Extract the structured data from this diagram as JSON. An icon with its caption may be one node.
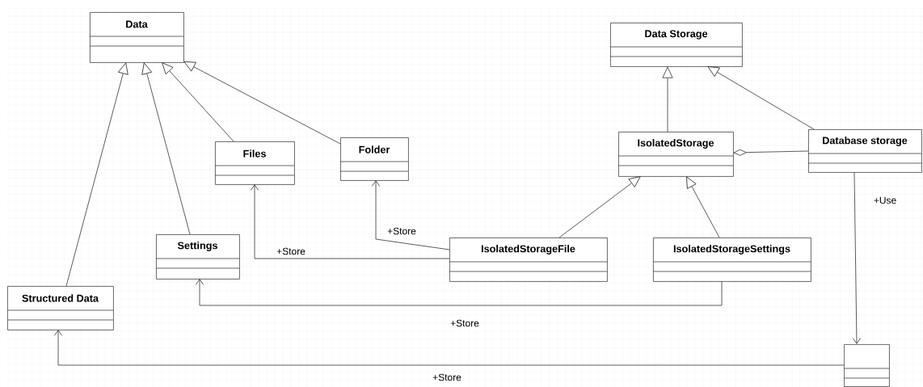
{
  "diagram": {
    "nodes": [
      {
        "text": [
          "Data"
        ]
      },
      {
        "text": [
          "Data Storage"
        ]
      },
      {
        "text": [
          "Files"
        ]
      },
      {
        "text": [
          "Folder"
        ]
      },
      {
        "text": [
          "IsolatedStorage"
        ]
      },
      {
        "text": [
          "Database storage"
        ]
      },
      {
        "text": [
          "Settings"
        ]
      },
      {
        "text": [
          "Structured Data"
        ]
      },
      {
        "text": [
          "IsolatedStorageFile"
        ]
      },
      {
        "text": [
          "IsolatedStorageSettings"
        ]
      },
      {
        "text": [],
        "shape": "box"
      }
    ],
    "edges": [
      {
        "from": 7,
        "to": 0,
        "arrow": "to"
      },
      {
        "from": 6,
        "to": 0,
        "arrow": "to"
      },
      {
        "from": 2,
        "to": 0,
        "arrow": "to"
      },
      {
        "from": 3,
        "to": 0,
        "arrow": "to"
      },
      {
        "from": 4,
        "to": 1,
        "arrow": "to"
      },
      {
        "from": 5,
        "to": 1,
        "arrow": "to"
      },
      {
        "from": 8,
        "to": 4,
        "arrow": "to"
      },
      {
        "from": 9,
        "to": 4,
        "arrow": "to"
      },
      {
        "from": 5,
        "to": 4,
        "arrow": "other"
      },
      {
        "from": 8,
        "to": 2,
        "arrow": "to",
        "label": "+Store"
      },
      {
        "from": 8,
        "to": 3,
        "arrow": "to",
        "label": "+Store"
      },
      {
        "from": 9,
        "to": 6,
        "arrow": "to",
        "label": "+Store"
      },
      {
        "from": 5,
        "to": 10,
        "arrow": "to",
        "label": "+Use"
      },
      {
        "from": 10,
        "to": 7,
        "arrow": "to",
        "label": "+Store"
      }
    ]
  }
}
